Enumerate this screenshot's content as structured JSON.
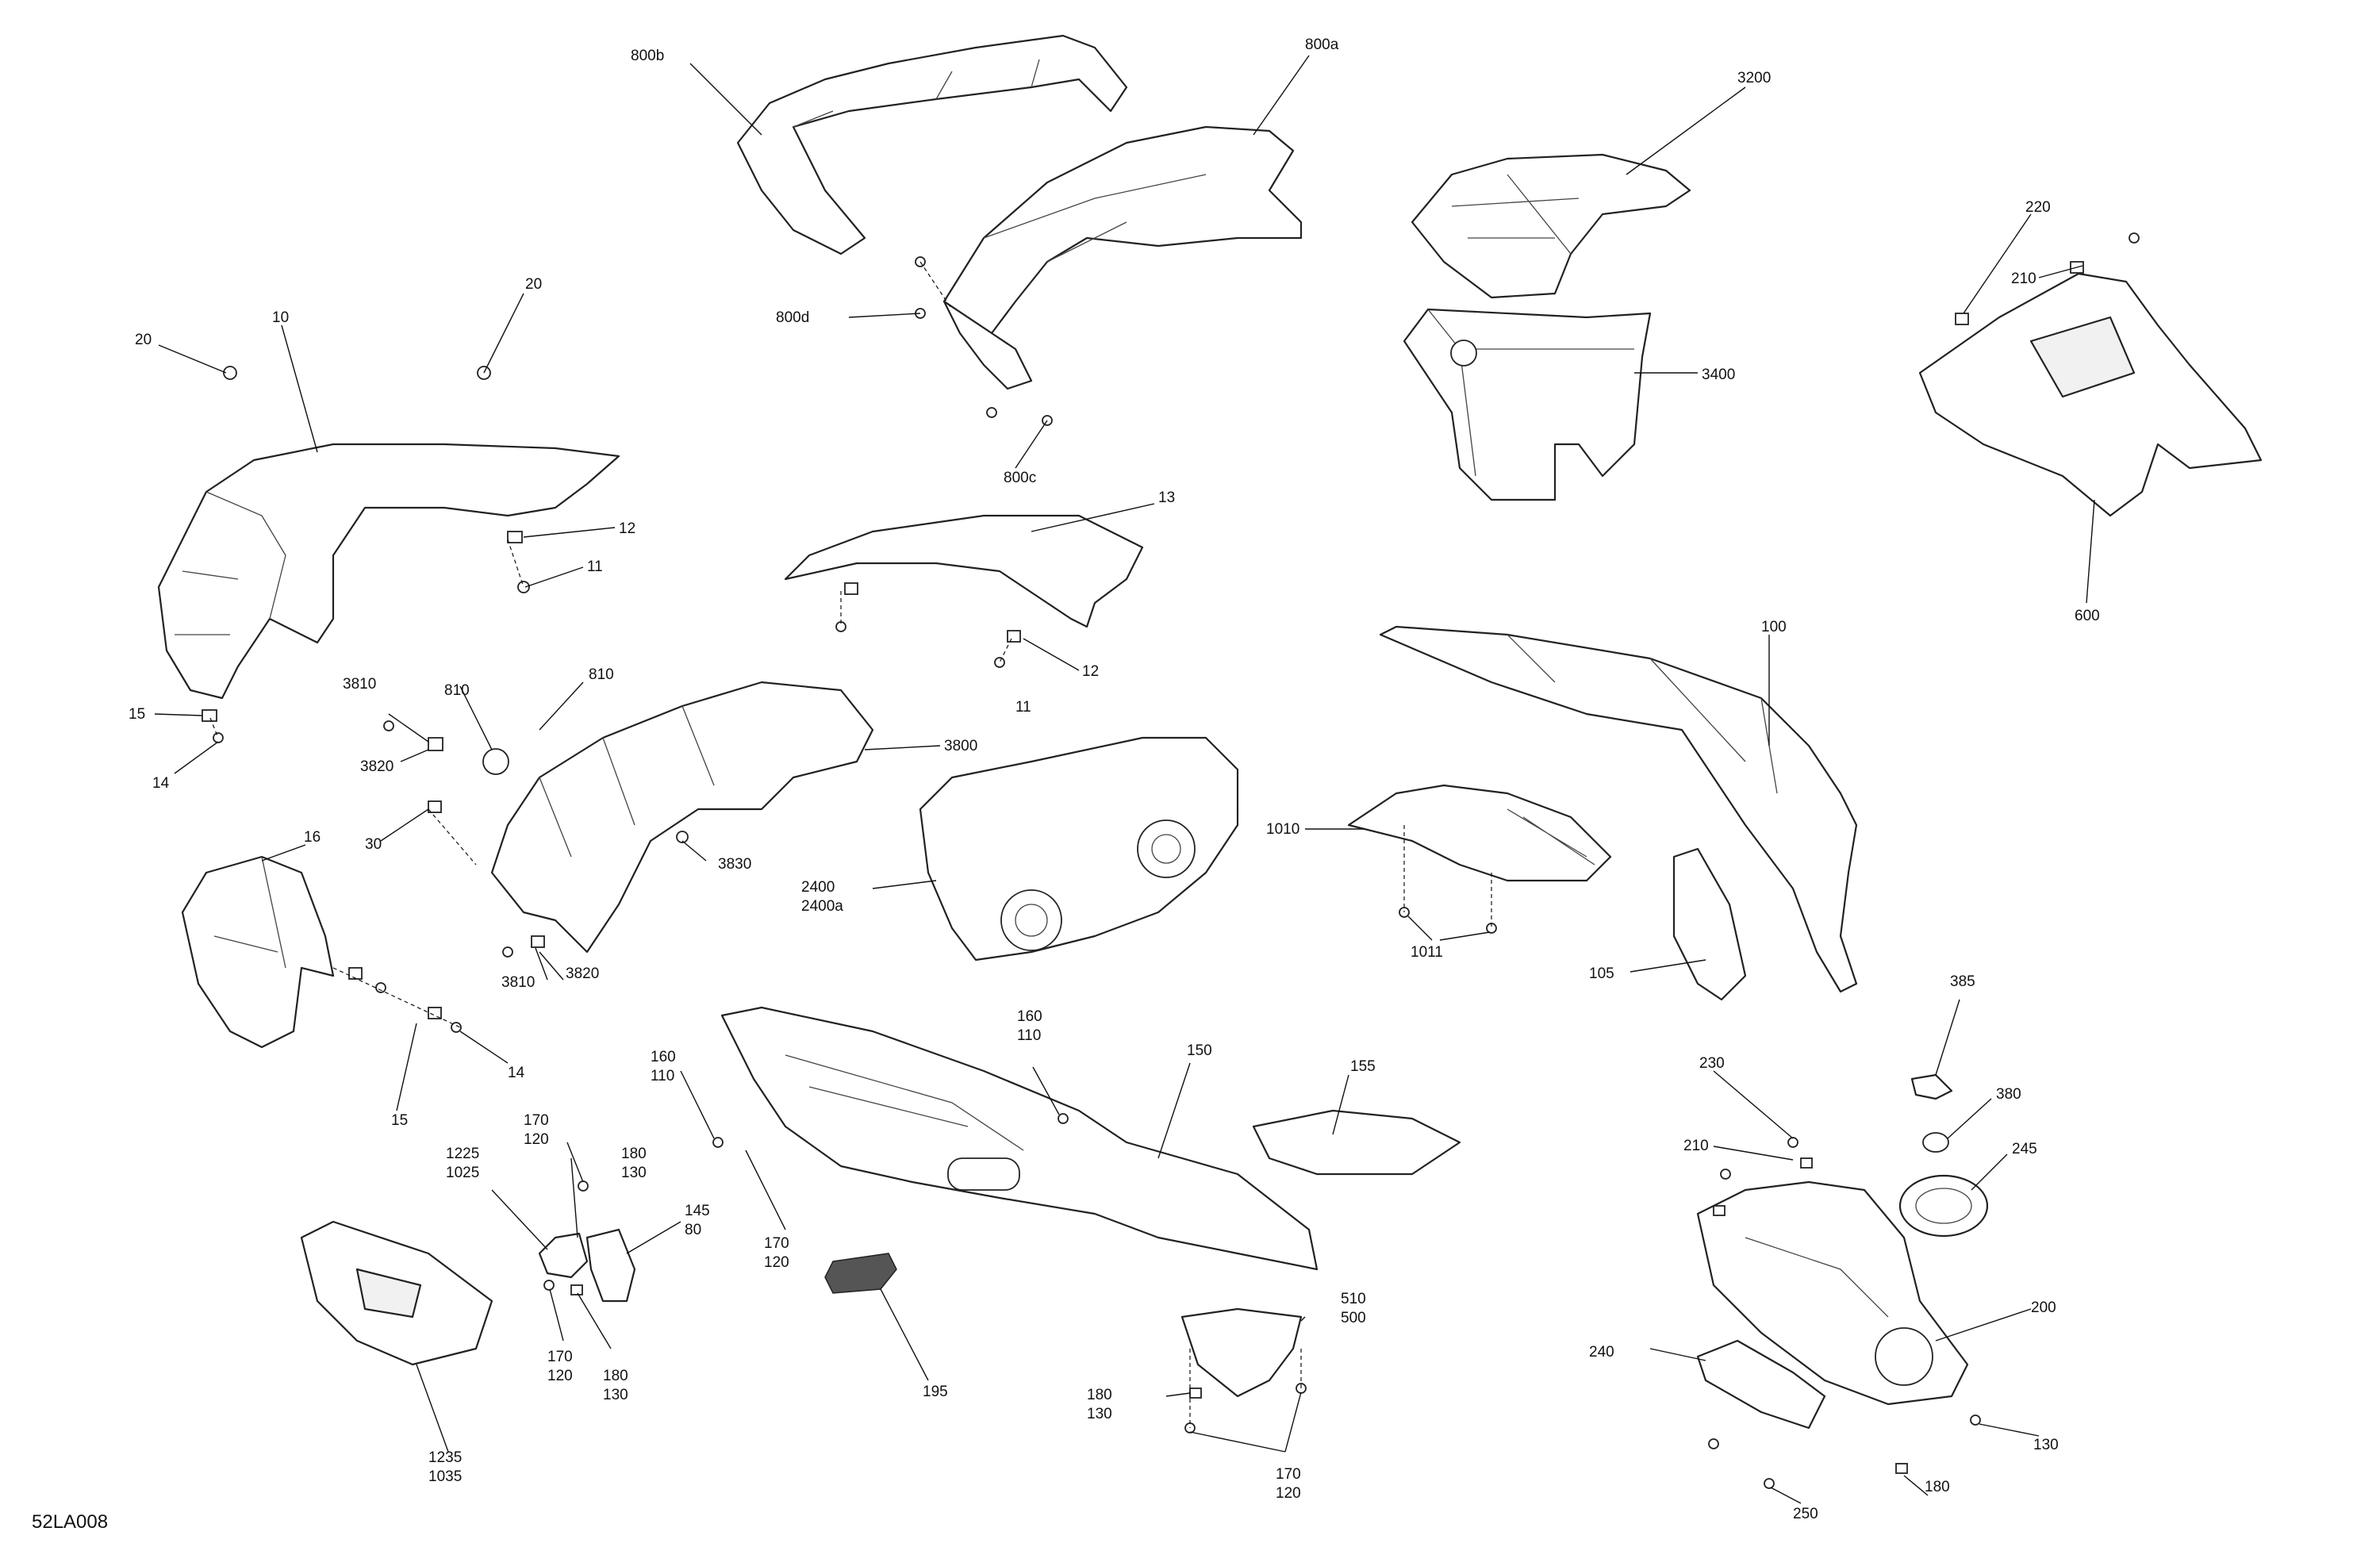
{
  "diagram_code": "52LA008",
  "labels": [
    {
      "id": "800b",
      "lines": [
        "800b"
      ]
    },
    {
      "id": "800a",
      "lines": [
        "800a"
      ]
    },
    {
      "id": "800d",
      "lines": [
        "800d"
      ]
    },
    {
      "id": "800c",
      "lines": [
        "800c"
      ]
    },
    {
      "id": "3200",
      "lines": [
        "3200"
      ]
    },
    {
      "id": "3400",
      "lines": [
        "3400"
      ]
    },
    {
      "id": "220",
      "lines": [
        "220"
      ]
    },
    {
      "id": "210a",
      "lines": [
        "210"
      ]
    },
    {
      "id": "600",
      "lines": [
        "600"
      ]
    },
    {
      "id": "20a",
      "lines": [
        "20"
      ]
    },
    {
      "id": "10",
      "lines": [
        "10"
      ]
    },
    {
      "id": "20b",
      "lines": [
        "20"
      ]
    },
    {
      "id": "12a",
      "lines": [
        "12"
      ]
    },
    {
      "id": "11a",
      "lines": [
        "11"
      ]
    },
    {
      "id": "13",
      "lines": [
        "13"
      ]
    },
    {
      "id": "12b",
      "lines": [
        "12"
      ]
    },
    {
      "id": "11b",
      "lines": [
        "11"
      ]
    },
    {
      "id": "100",
      "lines": [
        "100"
      ]
    },
    {
      "id": "15a",
      "lines": [
        "15"
      ]
    },
    {
      "id": "14a",
      "lines": [
        "14"
      ]
    },
    {
      "id": "3810a",
      "lines": [
        "3810"
      ]
    },
    {
      "id": "810a",
      "lines": [
        "810"
      ]
    },
    {
      "id": "810b",
      "lines": [
        "810"
      ]
    },
    {
      "id": "3820a",
      "lines": [
        "3820"
      ]
    },
    {
      "id": "3800",
      "lines": [
        "3800"
      ]
    },
    {
      "id": "30",
      "lines": [
        "30"
      ]
    },
    {
      "id": "3830",
      "lines": [
        "3830"
      ]
    },
    {
      "id": "16",
      "lines": [
        "16"
      ]
    },
    {
      "id": "2400",
      "lines": [
        "2400",
        "2400a"
      ]
    },
    {
      "id": "1010",
      "lines": [
        "1010"
      ]
    },
    {
      "id": "1011",
      "lines": [
        "1011"
      ]
    },
    {
      "id": "105",
      "lines": [
        "105"
      ]
    },
    {
      "id": "3810b",
      "lines": [
        "3810"
      ]
    },
    {
      "id": "3820b",
      "lines": [
        "3820"
      ]
    },
    {
      "id": "14b",
      "lines": [
        "14"
      ]
    },
    {
      "id": "15b",
      "lines": [
        "15"
      ]
    },
    {
      "id": "160a",
      "lines": [
        "160",
        "110"
      ]
    },
    {
      "id": "160b",
      "lines": [
        "160",
        "110"
      ]
    },
    {
      "id": "150",
      "lines": [
        "150"
      ]
    },
    {
      "id": "155",
      "lines": [
        "155"
      ]
    },
    {
      "id": "385",
      "lines": [
        "385"
      ]
    },
    {
      "id": "230",
      "lines": [
        "230"
      ]
    },
    {
      "id": "380",
      "lines": [
        "380"
      ]
    },
    {
      "id": "210b",
      "lines": [
        "210"
      ]
    },
    {
      "id": "245",
      "lines": [
        "245"
      ]
    },
    {
      "id": "170a",
      "lines": [
        "170",
        "120"
      ]
    },
    {
      "id": "180a",
      "lines": [
        "180",
        "130"
      ]
    },
    {
      "id": "1225",
      "lines": [
        "1225",
        "1025"
      ]
    },
    {
      "id": "145",
      "lines": [
        "145",
        "80"
      ]
    },
    {
      "id": "170b",
      "lines": [
        "170",
        "120"
      ]
    },
    {
      "id": "170c",
      "lines": [
        "170",
        "120"
      ]
    },
    {
      "id": "180b",
      "lines": [
        "180",
        "130"
      ]
    },
    {
      "id": "510",
      "lines": [
        "510",
        "500"
      ]
    },
    {
      "id": "200",
      "lines": [
        "200"
      ]
    },
    {
      "id": "195",
      "lines": [
        "195"
      ]
    },
    {
      "id": "240",
      "lines": [
        "240"
      ]
    },
    {
      "id": "180c",
      "lines": [
        "180",
        "130"
      ]
    },
    {
      "id": "170d",
      "lines": [
        "170",
        "120"
      ]
    },
    {
      "id": "1235",
      "lines": [
        "1235",
        "1035"
      ]
    },
    {
      "id": "130",
      "lines": [
        "130"
      ]
    },
    {
      "id": "180d",
      "lines": [
        "180"
      ]
    },
    {
      "id": "250",
      "lines": [
        "250"
      ]
    }
  ]
}
